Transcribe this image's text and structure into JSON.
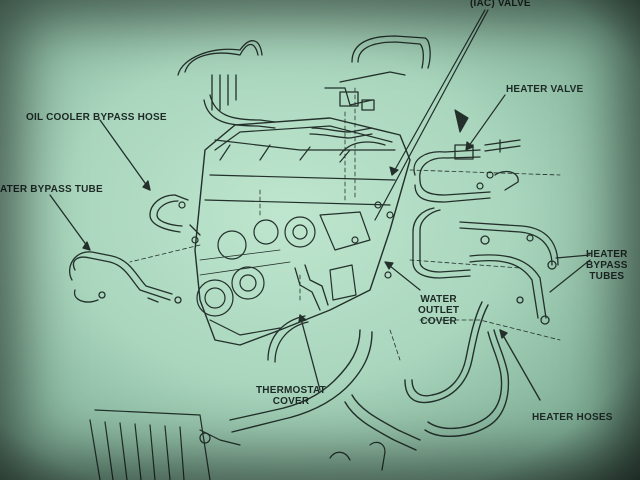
{
  "labels": {
    "iac_valve": "(IAC) VALVE",
    "heater_valve": "HEATER VALVE",
    "oil_cooler_bypass_hose": "OIL COOLER BYPASS HOSE",
    "water_bypass_tube": "ATER BYPASS TUBE",
    "heater_bypass_tubes": [
      "HEATER",
      "BYPASS",
      "TUBES"
    ],
    "water_outlet_cover": [
      "WATER",
      "OUTLET",
      "COVER"
    ],
    "thermostat_cover": [
      "THERMOSTAT",
      "COVER"
    ],
    "heater_hoses": "HEATER HOSES"
  },
  "colors": {
    "ink": "#23302b",
    "paper": "#b6e0c8"
  }
}
